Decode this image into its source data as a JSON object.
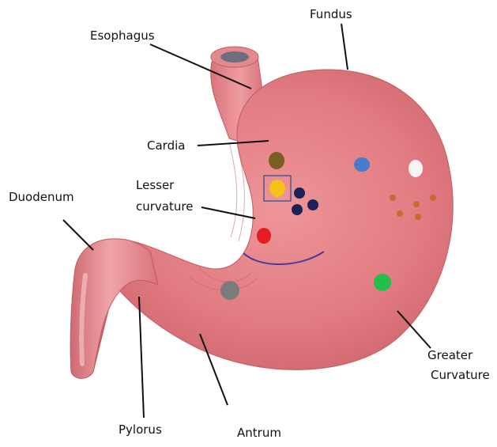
{
  "labels": {
    "fundus": "Fundus",
    "esophagus": "Esophagus",
    "cardia": "Cardia",
    "lesser_curvature_line1": "Lesser",
    "lesser_curvature_line2": "curvature",
    "duodenum": "Duodenum",
    "greater_curvature_line1": "Greater",
    "greater_curvature_line2": "Curvature",
    "pylorus": "Pylorus",
    "antrum": "Antrum"
  },
  "colors": {
    "stomach_body": "#e07a80",
    "stomach_shadow": "#c9606a",
    "stomach_highlight": "#f2a3a6",
    "esophagus_lumen": "#6e6e80",
    "leader_line": "#111111",
    "lesser_curve_mark": "#4b3a9a",
    "marker_olive": "#7b5e24",
    "marker_yellow": "#f6c21a",
    "marker_navy": "#1c2257",
    "marker_red": "#e61c25",
    "marker_gray": "#7b7b7b",
    "marker_blue": "#4a7ccc",
    "marker_white": "#f4f4f4",
    "marker_green": "#22c04a",
    "marker_orange": "#c96a2a",
    "highlight_box": "#4a5a8a"
  },
  "markers": [
    {
      "name": "cardia-olive-marker",
      "color_key": "marker_olive"
    },
    {
      "name": "lesser-curvature-yellow-marker",
      "color_key": "marker_yellow"
    },
    {
      "name": "navy-marker-cluster",
      "color_key": "marker_navy"
    },
    {
      "name": "red-marker",
      "color_key": "marker_red"
    },
    {
      "name": "gray-marker",
      "color_key": "marker_gray"
    },
    {
      "name": "blue-marker",
      "color_key": "marker_blue"
    },
    {
      "name": "white-marker",
      "color_key": "marker_white"
    },
    {
      "name": "green-marker",
      "color_key": "marker_green"
    },
    {
      "name": "orange-dot-cluster",
      "color_key": "marker_orange"
    }
  ]
}
